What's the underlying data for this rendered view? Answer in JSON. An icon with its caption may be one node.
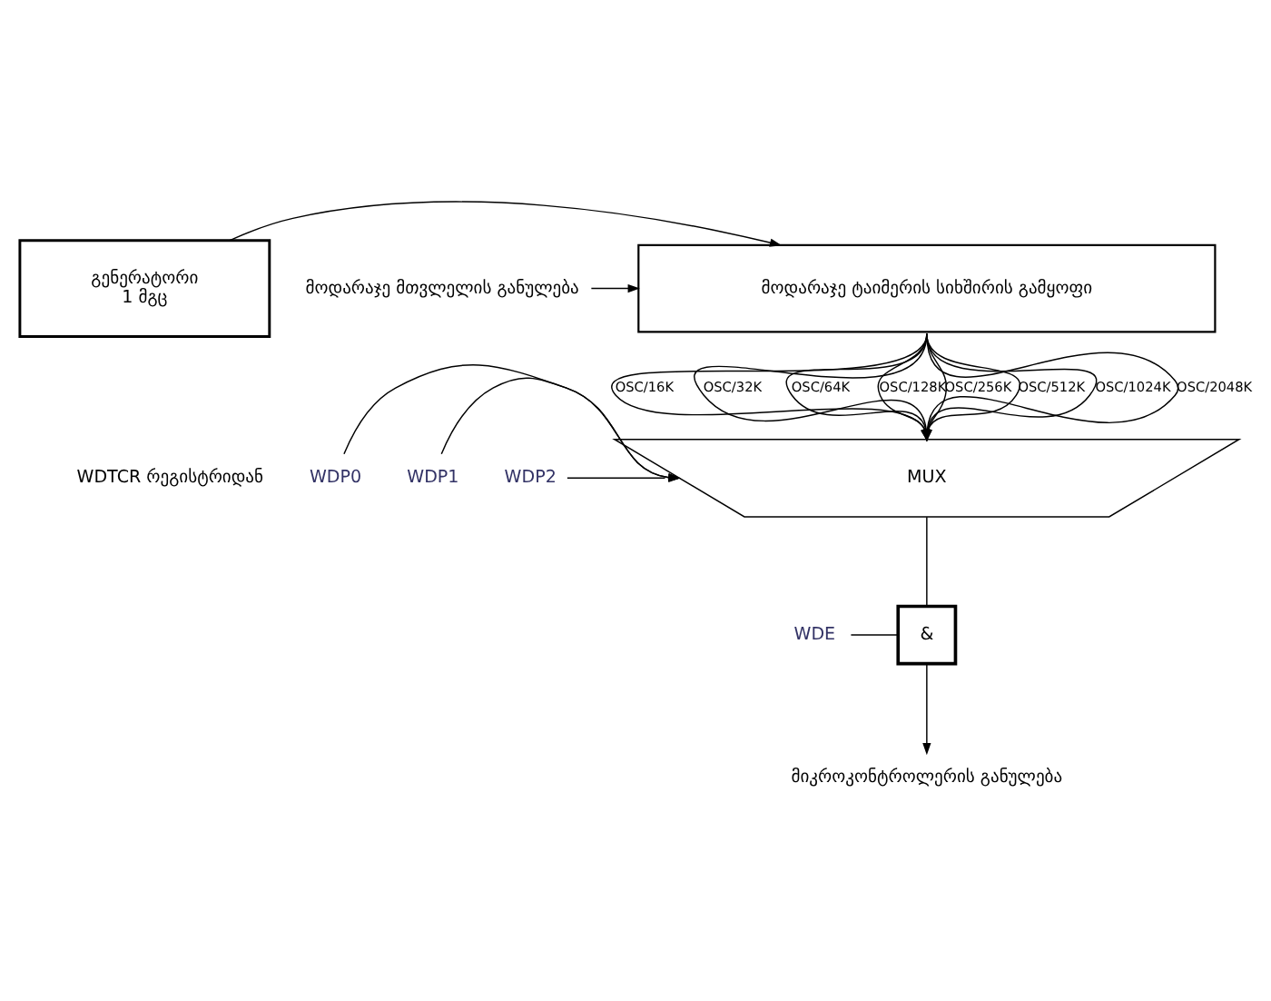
{
  "diagram": {
    "nodes": [
      {
        "text": [
          "გენერატორი",
          "1 მგც"
        ]
      },
      {
        "text": [
          "მოდარაჯე ტაიმერის სიხშირის გამყოფი"
        ]
      },
      {
        "text": [
          "მოდარაჯე მთვლელის განულება"
        ]
      },
      {
        "text": [
          "MUX"
        ]
      },
      {
        "text": [
          "WDP0"
        ]
      },
      {
        "text": [
          "WDP1"
        ]
      },
      {
        "text": [
          "WDP2"
        ]
      },
      {
        "text": [
          "WDE"
        ]
      },
      {
        "text": [
          "&"
        ]
      },
      {
        "text": [
          "მიკროკონტროლერის განულება"
        ]
      }
    ],
    "edges": [
      {
        "from": 0,
        "to": 1,
        "arrow": "to"
      },
      {
        "from": 2,
        "to": 1,
        "arrow": "to"
      },
      {
        "from": 1,
        "to": 3,
        "arrow": "to",
        "label": "OSC/16K"
      },
      {
        "from": 1,
        "to": 3,
        "arrow": "to",
        "label": "OSC/32K"
      },
      {
        "from": 1,
        "to": 3,
        "arrow": "to",
        "label": "OSC/64K"
      },
      {
        "from": 1,
        "to": 3,
        "arrow": "to",
        "label": "OSC/128K"
      },
      {
        "from": 1,
        "to": 3,
        "arrow": "to",
        "label": "OSC/256K"
      },
      {
        "from": 1,
        "to": 3,
        "arrow": "to",
        "label": "OSC/512K"
      },
      {
        "from": 1,
        "to": 3,
        "arrow": "to",
        "label": "OSC/1024K"
      },
      {
        "from": 1,
        "to": 3,
        "arrow": "to",
        "label": "OSC/2048K"
      },
      {
        "from": 4,
        "to": 3,
        "arrow": "to"
      },
      {
        "from": 5,
        "to": 3,
        "arrow": "to"
      },
      {
        "from": 6,
        "to": 3,
        "arrow": "to"
      },
      {
        "from": 7,
        "to": 8,
        "arrow": "none"
      },
      {
        "from": 3,
        "to": 8,
        "arrow": "none"
      },
      {
        "from": 8,
        "to": 9,
        "arrow": "to"
      }
    ],
    "labels": [
      "WDTCR რეგისტრიდან"
    ]
  }
}
